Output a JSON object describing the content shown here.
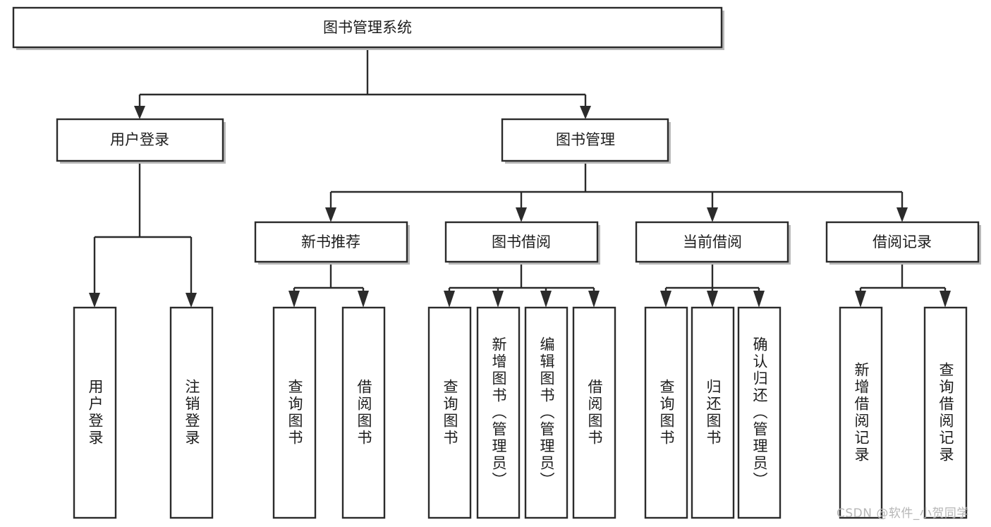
{
  "diagram": {
    "type": "tree-hierarchy-chart",
    "title": "图书管理系统",
    "orientation": "top-down",
    "colors": {
      "box_fill": "#ffffff",
      "box_stroke": "#2b2b2b",
      "text": "#1d1d1d",
      "shadow": "#b9b9b9",
      "watermark": "#b6b6b6",
      "background": "#ffffff"
    },
    "levels": {
      "root": "图书管理系统",
      "level2": [
        "用户登录",
        "图书管理"
      ],
      "level3": [
        "新书推荐",
        "图书借阅",
        "当前借阅",
        "借阅记录"
      ]
    },
    "nodes": {
      "root": {
        "label": "图书管理系统",
        "orient": "horizontal"
      },
      "user_login": {
        "label": "用户登录",
        "orient": "horizontal"
      },
      "book_manage": {
        "label": "图书管理",
        "orient": "horizontal"
      },
      "new_book_rec": {
        "label": "新书推荐",
        "orient": "horizontal"
      },
      "book_borrow": {
        "label": "图书借阅",
        "orient": "horizontal"
      },
      "current_borrow": {
        "label": "当前借阅",
        "orient": "horizontal"
      },
      "borrow_record": {
        "label": "借阅记录",
        "orient": "horizontal"
      },
      "leaf_user_login": {
        "label": "用户登录",
        "orient": "vertical"
      },
      "leaf_user_logout": {
        "label": "注销登录",
        "orient": "vertical"
      },
      "leaf_query_book_1": {
        "label": "查询图书",
        "orient": "vertical"
      },
      "leaf_borrow_book_1": {
        "label": "借阅图书",
        "orient": "vertical"
      },
      "leaf_query_book_2": {
        "label": "查询图书",
        "orient": "vertical"
      },
      "leaf_add_book": {
        "label": "新增图书（管理员）",
        "orient": "vertical"
      },
      "leaf_edit_book": {
        "label": "编辑图书（管理员）",
        "orient": "vertical"
      },
      "leaf_borrow_book_2": {
        "label": "借阅图书",
        "orient": "vertical"
      },
      "leaf_query_book_3": {
        "label": "查询图书",
        "orient": "vertical"
      },
      "leaf_return_book": {
        "label": "归还图书",
        "orient": "vertical"
      },
      "leaf_confirm_return": {
        "label": "确认归还（管理员）",
        "orient": "vertical"
      },
      "leaf_add_record": {
        "label": "新增借阅记录",
        "orient": "vertical"
      },
      "leaf_query_record": {
        "label": "查询借阅记录",
        "orient": "vertical"
      }
    },
    "edges": [
      {
        "from": "root",
        "to": "用户登录"
      },
      {
        "from": "root",
        "to": "图书管理"
      },
      {
        "from": "用户登录",
        "to": "用户登录(叶)"
      },
      {
        "from": "用户登录",
        "to": "注销登录"
      },
      {
        "from": "图书管理",
        "to": "新书推荐"
      },
      {
        "from": "图书管理",
        "to": "图书借阅"
      },
      {
        "from": "图书管理",
        "to": "当前借阅"
      },
      {
        "from": "图书管理",
        "to": "借阅记录"
      },
      {
        "from": "新书推荐",
        "to": "查询图书"
      },
      {
        "from": "新书推荐",
        "to": "借阅图书"
      },
      {
        "from": "图书借阅",
        "to": "查询图书"
      },
      {
        "from": "图书借阅",
        "to": "新增图书（管理员）"
      },
      {
        "from": "图书借阅",
        "to": "编辑图书（管理员）"
      },
      {
        "from": "图书借阅",
        "to": "借阅图书"
      },
      {
        "from": "当前借阅",
        "to": "查询图书"
      },
      {
        "from": "当前借阅",
        "to": "归还图书"
      },
      {
        "from": "当前借阅",
        "to": "确认归还（管理员）"
      },
      {
        "from": "借阅记录",
        "to": "新增借阅记录"
      },
      {
        "from": "借阅记录",
        "to": "查询借阅记录"
      }
    ]
  },
  "watermark": {
    "text": "CSDN @软件_小贺同学"
  }
}
